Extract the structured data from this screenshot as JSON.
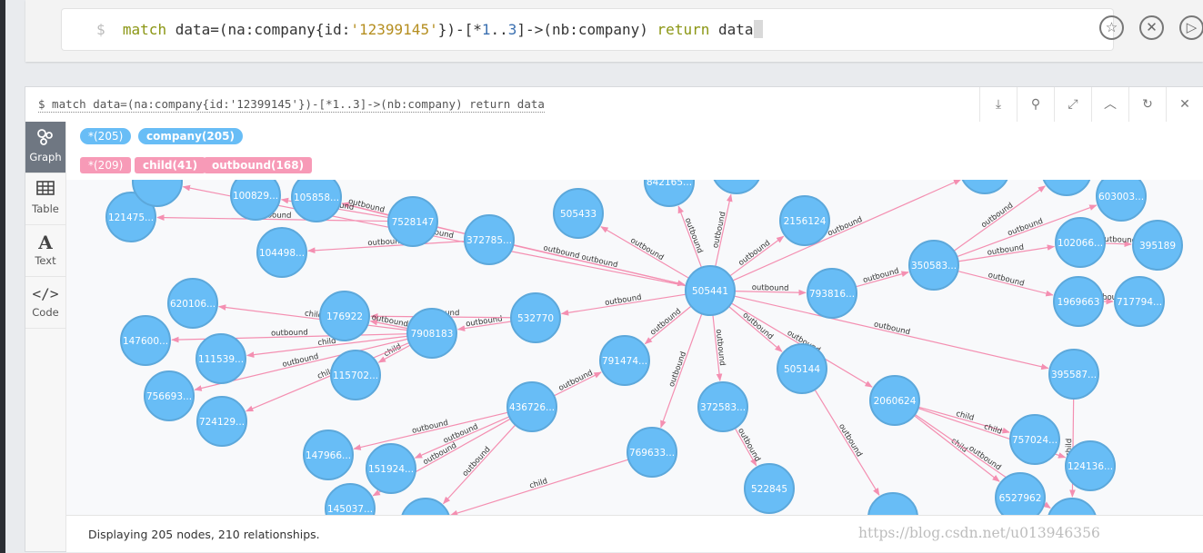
{
  "editor": {
    "prompt": "$",
    "kw_match": "match",
    "part1": " data=(na:company{id:",
    "id_value": "'12399145'",
    "part2": "})-[*",
    "range_start": "1",
    "range_sep": "..",
    "range_end": "3",
    "part3": "]->(nb:company) ",
    "kw_return": "return",
    "part4": " data"
  },
  "frame": {
    "query": "$ match data=(na:company{id:'12399145'})-[*1..3]->(nb:company) return data"
  },
  "sidebar": {
    "tabs": [
      {
        "label": "Graph",
        "icon": "graph-icon"
      },
      {
        "label": "Table",
        "icon": "table-icon"
      },
      {
        "label": "Text",
        "icon": "text-icon"
      },
      {
        "label": "Code",
        "icon": "code-icon"
      }
    ]
  },
  "legend": {
    "nodes": [
      {
        "label": "*(205)"
      },
      {
        "label": "company(205)"
      }
    ],
    "relationships": [
      {
        "label": "*(209)"
      },
      {
        "label": "child(41)"
      },
      {
        "label": "outbound(168)"
      }
    ]
  },
  "status": {
    "text": "Displaying 205 nodes, 210 relationships."
  },
  "watermark": "https://blog.csdn.net/u013946356",
  "graph": {
    "colors": {
      "node_fill": "#68bdf6",
      "node_stroke": "#5ca8db",
      "edge": "#f48fb1",
      "edge_label": "#333333"
    },
    "nodes": [
      {
        "id": "n1",
        "label": "505441"
      },
      {
        "id": "n2",
        "label": "505433"
      },
      {
        "id": "n3",
        "label": "2156124"
      },
      {
        "id": "n4",
        "label": "372785..."
      },
      {
        "id": "n5",
        "label": "7528147"
      },
      {
        "id": "n6",
        "label": "105858..."
      },
      {
        "id": "n7",
        "label": "100829..."
      },
      {
        "id": "n8",
        "label": "121475..."
      },
      {
        "id": "n9",
        "label": "104498..."
      },
      {
        "id": "n10",
        "label": "532770"
      },
      {
        "id": "n11",
        "label": "7908183"
      },
      {
        "id": "n12",
        "label": "176922"
      },
      {
        "id": "n13",
        "label": "620106..."
      },
      {
        "id": "n14",
        "label": "147600..."
      },
      {
        "id": "n15",
        "label": "111539..."
      },
      {
        "id": "n16",
        "label": "115702..."
      },
      {
        "id": "n17",
        "label": "756693..."
      },
      {
        "id": "n18",
        "label": "724129..."
      },
      {
        "id": "n19",
        "label": "791474..."
      },
      {
        "id": "n20",
        "label": "436726..."
      },
      {
        "id": "n21",
        "label": "147966..."
      },
      {
        "id": "n22",
        "label": "151924..."
      },
      {
        "id": "n23",
        "label": "145037..."
      },
      {
        "id": "n24",
        "label": "769633..."
      },
      {
        "id": "n25",
        "label": "372583..."
      },
      {
        "id": "n26",
        "label": "522845"
      },
      {
        "id": "n27",
        "label": "505144"
      },
      {
        "id": "n28",
        "label": "793816..."
      },
      {
        "id": "n29",
        "label": "350583..."
      },
      {
        "id": "n30",
        "label": "603003..."
      },
      {
        "id": "n31",
        "label": "102066..."
      },
      {
        "id": "n32",
        "label": "395189"
      },
      {
        "id": "n33",
        "label": "1969663"
      },
      {
        "id": "n34",
        "label": "717794..."
      },
      {
        "id": "n35",
        "label": "395587..."
      },
      {
        "id": "n36",
        "label": "2060624"
      },
      {
        "id": "n37",
        "label": "757024..."
      },
      {
        "id": "n38",
        "label": "124136..."
      },
      {
        "id": "n39",
        "label": "6527962"
      },
      {
        "id": "n40",
        "label": "842165..."
      },
      {
        "id": "n41",
        "label": ""
      },
      {
        "id": "n42",
        "label": ""
      },
      {
        "id": "n43",
        "label": ""
      },
      {
        "id": "n44",
        "label": ""
      },
      {
        "id": "n45",
        "label": ""
      },
      {
        "id": "n46",
        "label": ""
      },
      {
        "id": "n47",
        "label": ""
      }
    ],
    "edges": [
      {
        "from": "n1",
        "to": "n2",
        "label": "outbound"
      },
      {
        "from": "n1",
        "to": "n3",
        "label": "outbound"
      },
      {
        "from": "n4",
        "to": "n1",
        "label": "outbound"
      },
      {
        "from": "n5",
        "to": "n1",
        "label": "outbound"
      },
      {
        "from": "n1",
        "to": "n10",
        "label": "outbound"
      },
      {
        "from": "n1",
        "to": "n19",
        "label": "outbound"
      },
      {
        "from": "n1",
        "to": "n24",
        "label": "outbound"
      },
      {
        "from": "n1",
        "to": "n25",
        "label": "outbound"
      },
      {
        "from": "n1",
        "to": "n27",
        "label": "outbound"
      },
      {
        "from": "n1",
        "to": "n28",
        "label": "outbound"
      },
      {
        "from": "n1",
        "to": "n35",
        "label": "outbound"
      },
      {
        "from": "n1",
        "to": "n36",
        "label": "outbound"
      },
      {
        "from": "n1",
        "to": "n40",
        "label": "outbound"
      },
      {
        "from": "n1",
        "to": "n41",
        "label": "outbound"
      },
      {
        "from": "n1",
        "to": "n47",
        "label": "outbound"
      },
      {
        "from": "n1",
        "to": "n44",
        "label": "outbound"
      },
      {
        "from": "n4",
        "to": "n9",
        "label": "outbound"
      },
      {
        "from": "n4",
        "to": "n6",
        "label": "child"
      },
      {
        "from": "n5",
        "to": "n6",
        "label": "outbound"
      },
      {
        "from": "n5",
        "to": "n7",
        "label": "outbound"
      },
      {
        "from": "n5",
        "to": "n8",
        "label": "outbound"
      },
      {
        "from": "n10",
        "to": "n11",
        "label": "outbound"
      },
      {
        "from": "n10",
        "to": "n12",
        "label": "outbound"
      },
      {
        "from": "n11",
        "to": "n12",
        "label": "outbound"
      },
      {
        "from": "n11",
        "to": "n13",
        "label": "child"
      },
      {
        "from": "n11",
        "to": "n14",
        "label": "outbound"
      },
      {
        "from": "n11",
        "to": "n15",
        "label": "child"
      },
      {
        "from": "n11",
        "to": "n16",
        "label": "child"
      },
      {
        "from": "n11",
        "to": "n17",
        "label": "outbound"
      },
      {
        "from": "n11",
        "to": "n18",
        "label": "child"
      },
      {
        "from": "n20",
        "to": "n19",
        "label": "outbound"
      },
      {
        "from": "n20",
        "to": "n21",
        "label": "outbound"
      },
      {
        "from": "n20",
        "to": "n22",
        "label": "outbound"
      },
      {
        "from": "n20",
        "to": "n23",
        "label": "outbound"
      },
      {
        "from": "n20",
        "to": "n46",
        "label": "outbound"
      },
      {
        "from": "n25",
        "to": "n26",
        "label": "outbound"
      },
      {
        "from": "n27",
        "to": "n45",
        "label": "outbound"
      },
      {
        "from": "n28",
        "to": "n29",
        "label": "outbound"
      },
      {
        "from": "n29",
        "to": "n30",
        "label": "outbound"
      },
      {
        "from": "n29",
        "to": "n31",
        "label": "outbound"
      },
      {
        "from": "n29",
        "to": "n33",
        "label": "outbound"
      },
      {
        "from": "n29",
        "to": "n42",
        "label": "outbound"
      },
      {
        "from": "n31",
        "to": "n32",
        "label": "outbound"
      },
      {
        "from": "n33",
        "to": "n34",
        "label": "outbound"
      },
      {
        "from": "n36",
        "to": "n37",
        "label": "child"
      },
      {
        "from": "n36",
        "to": "n38",
        "label": "child"
      },
      {
        "from": "n36",
        "to": "n39",
        "label": "child"
      },
      {
        "from": "n36",
        "to": "n43",
        "label": "outbound"
      },
      {
        "from": "n35",
        "to": "n43",
        "label": "child"
      },
      {
        "from": "n24",
        "to": "n46",
        "label": "child"
      }
    ]
  }
}
